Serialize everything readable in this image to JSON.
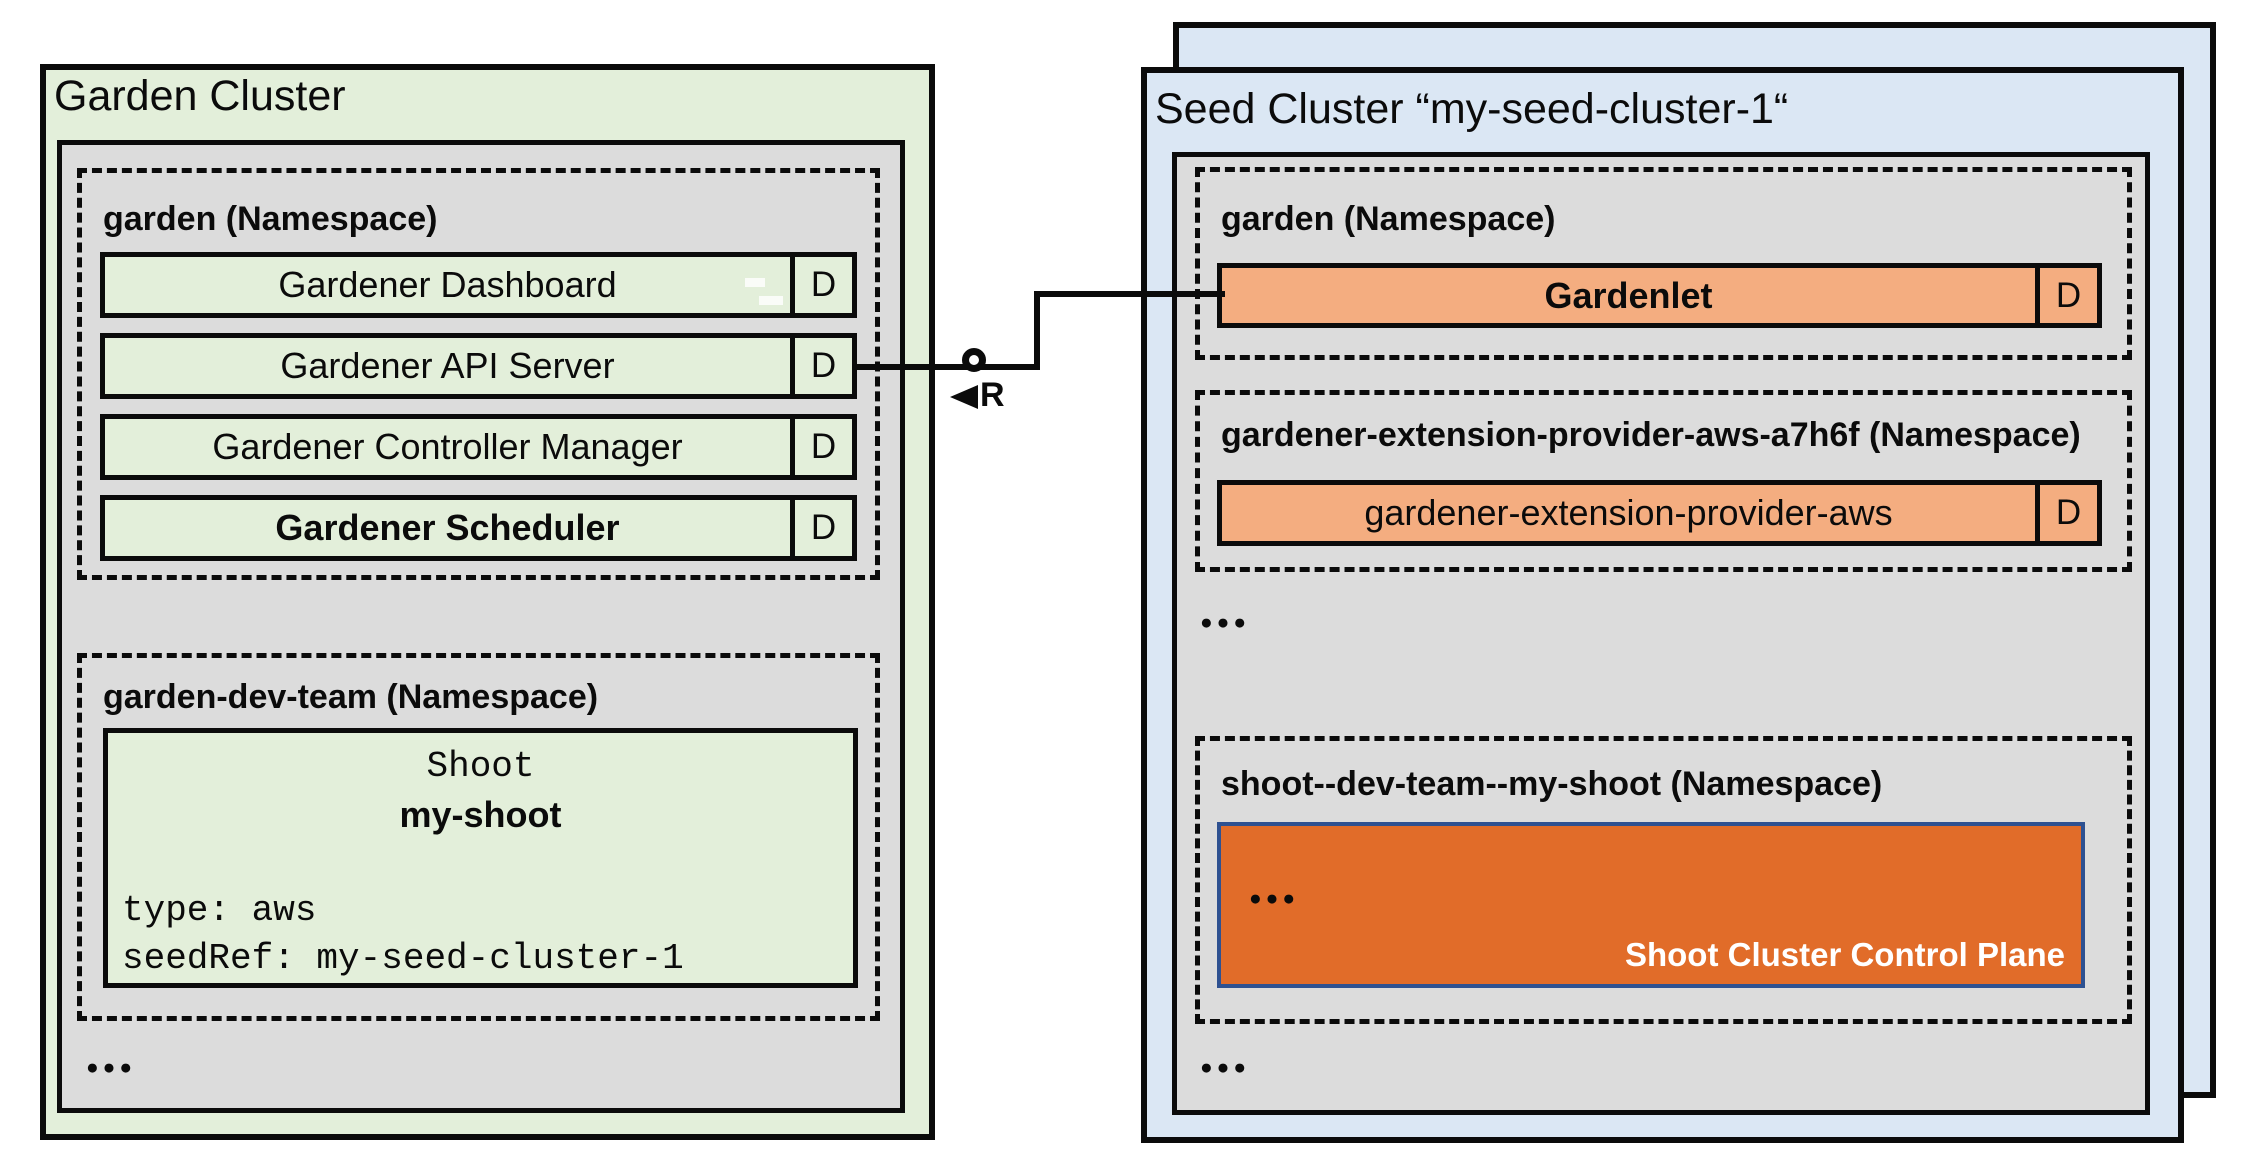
{
  "colors": {
    "garden_green": "#e3efda",
    "namespace_gray": "#dcdcdc",
    "seed_blue": "#dbe7f4",
    "component_orange": "#f4ad80",
    "control_plane_orange": "#e16c29",
    "control_plane_border_blue": "#2e5191",
    "line_black": "#0b0b0b"
  },
  "garden_cluster": {
    "title": "Garden Cluster",
    "garden_namespace": {
      "title": "garden (Namespace)",
      "components": [
        {
          "label": "Gardener Dashboard",
          "badge": "D"
        },
        {
          "label": "Gardener API Server",
          "badge": "D"
        },
        {
          "label": "Gardener Controller Manager",
          "badge": "D"
        },
        {
          "label": "Gardener Scheduler",
          "badge": "D"
        }
      ]
    },
    "dev_namespace": {
      "title": "garden-dev-team (Namespace)",
      "shoot": {
        "kind": "Shoot",
        "name": "my-shoot",
        "spec_lines": [
          "type: aws",
          "seedRef: my-seed-cluster-1"
        ]
      }
    },
    "ellipsis": "●●●"
  },
  "seed_cluster": {
    "title": "Seed Cluster “my-seed-cluster-1“",
    "garden_namespace": {
      "title": "garden (Namespace)",
      "component": {
        "label": "Gardenlet",
        "badge": "D"
      }
    },
    "extension_namespace": {
      "title": "gardener-extension-provider-aws-a7h6f (Namespace)",
      "component": {
        "label": "gardener-extension-provider-aws",
        "badge": "D"
      }
    },
    "mid_ellipsis": "●●●",
    "shoot_namespace": {
      "title": "shoot--dev-team--my-shoot (Namespace)",
      "control_plane": {
        "ellipsis": "●●●",
        "label": "Shoot Cluster Control Plane"
      }
    },
    "bottom_ellipsis": "●●●"
  },
  "connector": {
    "label": "R"
  }
}
